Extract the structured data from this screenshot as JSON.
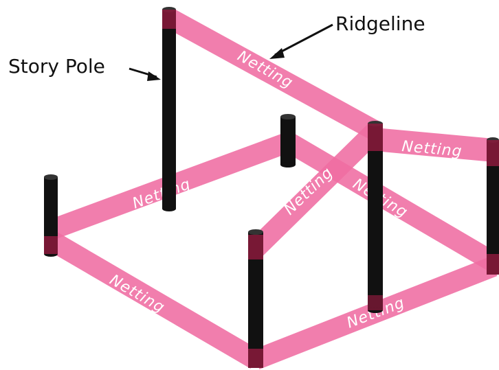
{
  "colors": {
    "netting": "#f06da2",
    "pole": "#111111",
    "overlap": "#8b1a3c"
  },
  "labels": {
    "ridgeline": "Ridgeline",
    "story_pole": "Story Pole",
    "netting": "Netting"
  }
}
